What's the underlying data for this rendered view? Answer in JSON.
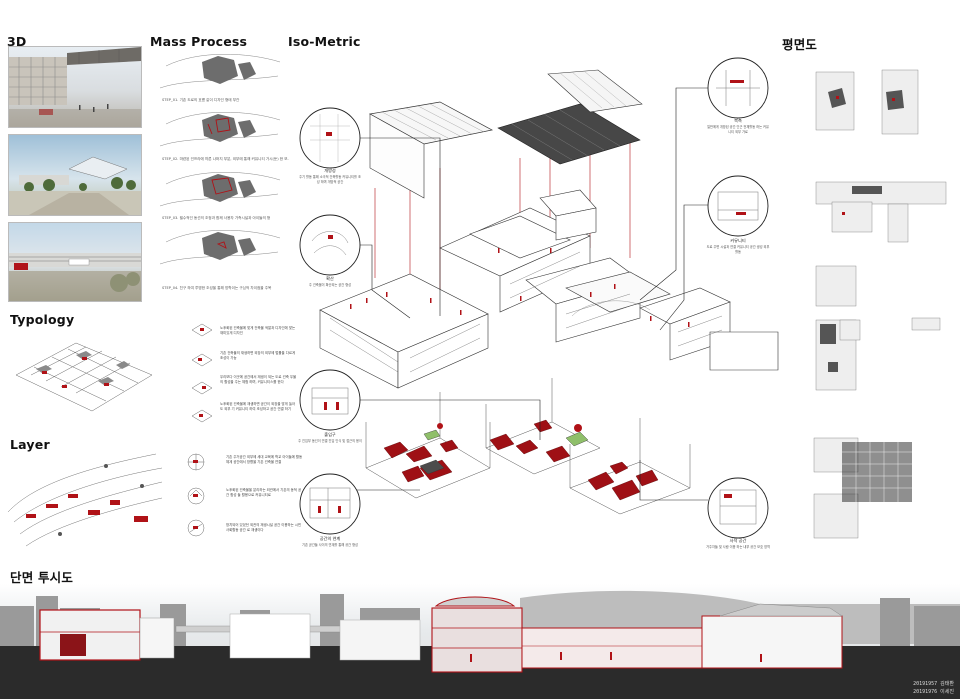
{
  "sections": {
    "render3d": "3D",
    "mass": "Mass Process",
    "iso": "Iso-Metric",
    "plan": "평면도",
    "typology": "Typology",
    "layer": "Layer",
    "section": "단면 투시도"
  },
  "mass_steps": [
    {
      "caption": "STEP_01. 기존 도로의 흐름 같이 디자인 형태 부관"
    },
    {
      "caption": "STEP_02. 마련된 인프라에 따른 나머지 부분, 외부에 통해 커뮤니티 가시(둔) 한 보."
    },
    {
      "caption": "STEP_03. 필수적인 동선의 조정과 함께 사용자 가측시설과 아이들의 형"
    },
    {
      "caption": "STEP_04. 친구 하여 투명한 조성을 통해 방학이는 구심적 차이점을 주목"
    }
  ],
  "typology_notes": [
    "노후화된 건축물에 맞게 건축물 색깔과 디자인에 맞는 재미있게 디자인",
    "기존 건축물의 재생하면 외장의 외부에 법률을 다르게 조성이 가능",
    "우리보다 이곳에 공간에서 재생이 되는 도로 건축 우물의 활성을 주는 체험 하며, 커뮤니티스를 한다",
    "노후화된 건축물에 재생하면 공간이 외장을 맞게 놀아 도 외부 기 커뮤니티 하여 조성하고 공간 연결 하기"
  ],
  "layer_notes": [
    "기존 주거공간 외부에 세대 교육에 학교 아이들에 활동 체계 공간에서 방향을 기존 건축물 연결",
    "노후화된 건축물을 분리하는 외관에서 기존의 동적 공간 합성 들 활용으로 커뮤니티로",
    "방치되어 있었던 외관의 재생시설 공간 이용하는 시민 사회활동 공간 로 재생이다"
  ],
  "bubbles": {
    "b1": {
      "title": "개방성",
      "desc": "주기 활동 통해 소극적 건축활동 커뮤니티를 조성 하며 개방적 공간"
    },
    "b2": {
      "title": "확산",
      "desc": "주 건축물이 확산되는 공간 형성"
    },
    "b3": {
      "title": "출입구",
      "desc": "주 진입부 동선이 연결 진입 인식 및 접근의 용이"
    },
    "b4": {
      "title": "공간의 연계",
      "desc": "기존 공간들 사이의 연계를 통해 공간 형성"
    },
    "b5": {
      "title": "북측",
      "desc": "일반에게 개방된 공간 인근 전체활동 하는 커뮤니티 외부 가로"
    },
    "b6": {
      "title": "커뮤니티",
      "desc": "도로 주변 시설과 연결 커뮤니티 공간 생성 외부 활동"
    },
    "b7": {
      "title": "사적 공간",
      "desc": "거주자들 및 사람 이용 하는 내부 공간 보호 영역"
    }
  },
  "credits": [
    "20191957 김태환",
    "20191976 이세진"
  ],
  "colors": {
    "accent": "#b01217",
    "line": "#333333",
    "sky": "#c8dcea"
  }
}
